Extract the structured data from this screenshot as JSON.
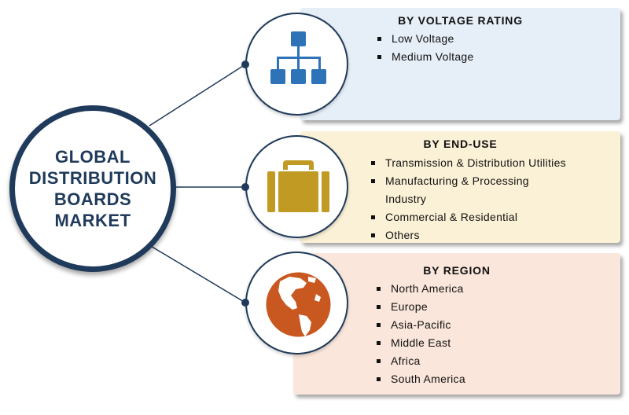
{
  "center": {
    "title_lines": [
      "GLOBAL",
      "DISTRIBUTION",
      "BOARDS",
      "MARKET"
    ]
  },
  "segments": [
    {
      "title": "BY VOLTAGE RATING",
      "icon": "hierarchy-icon",
      "panel_color": "#e6eef7",
      "items": [
        "Low Voltage",
        "Medium Voltage"
      ]
    },
    {
      "title": "BY END-USE",
      "icon": "briefcase-icon",
      "panel_color": "#fbf1d6",
      "items": [
        "Transmission & Distribution Utilities",
        "Manufacturing & Processing",
        "Industry",
        "Commercial & Residential",
        "Others"
      ]
    },
    {
      "title": "BY REGION",
      "icon": "globe-icon",
      "panel_color": "#fae6db",
      "items": [
        "North America",
        "Europe",
        "Asia-Pacific",
        "Middle East",
        "Africa",
        "South America"
      ]
    }
  ],
  "colors": {
    "navy": "#1f3a5a",
    "hierarchy_blue": "#2e72b7",
    "briefcase_gold": "#c19a23",
    "globe_orange": "#c8581f"
  }
}
